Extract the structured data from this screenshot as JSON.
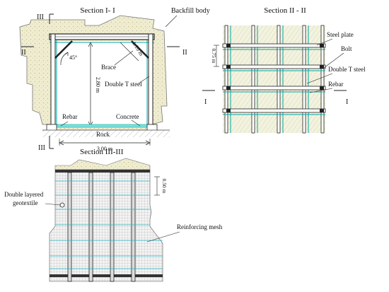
{
  "section1": {
    "title": "Section I- I",
    "backfill": "Backfill body",
    "brace": "Brace",
    "angle": "45°",
    "span_diag": "1.10 m",
    "height": "2.80 m",
    "double_t": "Double T steel",
    "rebar": "Rebar",
    "concrete": "Concrete",
    "rock": "Rock",
    "width": "3.00 m",
    "cut_ii_left": "II",
    "cut_ii_right": "II",
    "cut_iii_top": "III",
    "cut_iii_bottom": "III"
  },
  "section2": {
    "title": "Section II - II",
    "steel_plate": "Steel plate",
    "bolt": "Bolt",
    "double_t": "Double T steel",
    "rebar": "Rebar",
    "spacing": "0.75 m",
    "cut_i_left": "I",
    "cut_i_right": "I"
  },
  "section3": {
    "title": "Section III-III",
    "geotextile_line1": "Double layered",
    "geotextile_line2": "geotextile",
    "spacing": "0.50 m",
    "mesh": "Reinforcing mesh"
  },
  "colors": {
    "line": "#222222",
    "rebar": "#00a6a6",
    "mesh": "#9a9a9a",
    "backfill": "#e9e6c6",
    "concrete": "#7fe0e0"
  }
}
